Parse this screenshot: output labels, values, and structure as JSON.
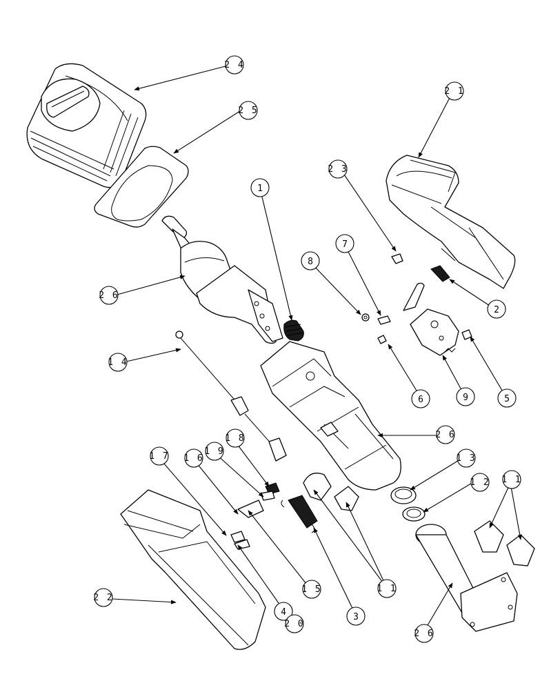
{
  "callouts": [
    {
      "id": "c24",
      "label": "2 4"
    },
    {
      "id": "c25",
      "label": "2 5"
    },
    {
      "id": "c21",
      "label": "2 1"
    },
    {
      "id": "c23",
      "label": "2 3"
    },
    {
      "id": "c1a",
      "label": "1"
    },
    {
      "id": "c8",
      "label": "8"
    },
    {
      "id": "c7",
      "label": "7"
    },
    {
      "id": "c2",
      "label": "2"
    },
    {
      "id": "c26a",
      "label": "2 6"
    },
    {
      "id": "c14",
      "label": "1 4"
    },
    {
      "id": "c6",
      "label": "6"
    },
    {
      "id": "c9",
      "label": "9"
    },
    {
      "id": "c5",
      "label": "5"
    },
    {
      "id": "c26b",
      "label": "2 6"
    },
    {
      "id": "c18",
      "label": "1 8"
    },
    {
      "id": "c19",
      "label": "1 9"
    },
    {
      "id": "c16",
      "label": "1 6"
    },
    {
      "id": "c17",
      "label": "1 7"
    },
    {
      "id": "c13",
      "label": "1 3"
    },
    {
      "id": "c12",
      "label": "1 2"
    },
    {
      "id": "c11a",
      "label": "1 1"
    },
    {
      "id": "c11b",
      "label": "1 1"
    },
    {
      "id": "c15",
      "label": "1 5"
    },
    {
      "id": "c3",
      "label": "3"
    },
    {
      "id": "c22",
      "label": "2 2"
    },
    {
      "id": "c4",
      "label": "4"
    },
    {
      "id": "c20",
      "label": "2 0"
    },
    {
      "id": "c26c",
      "label": "2 6"
    }
  ]
}
